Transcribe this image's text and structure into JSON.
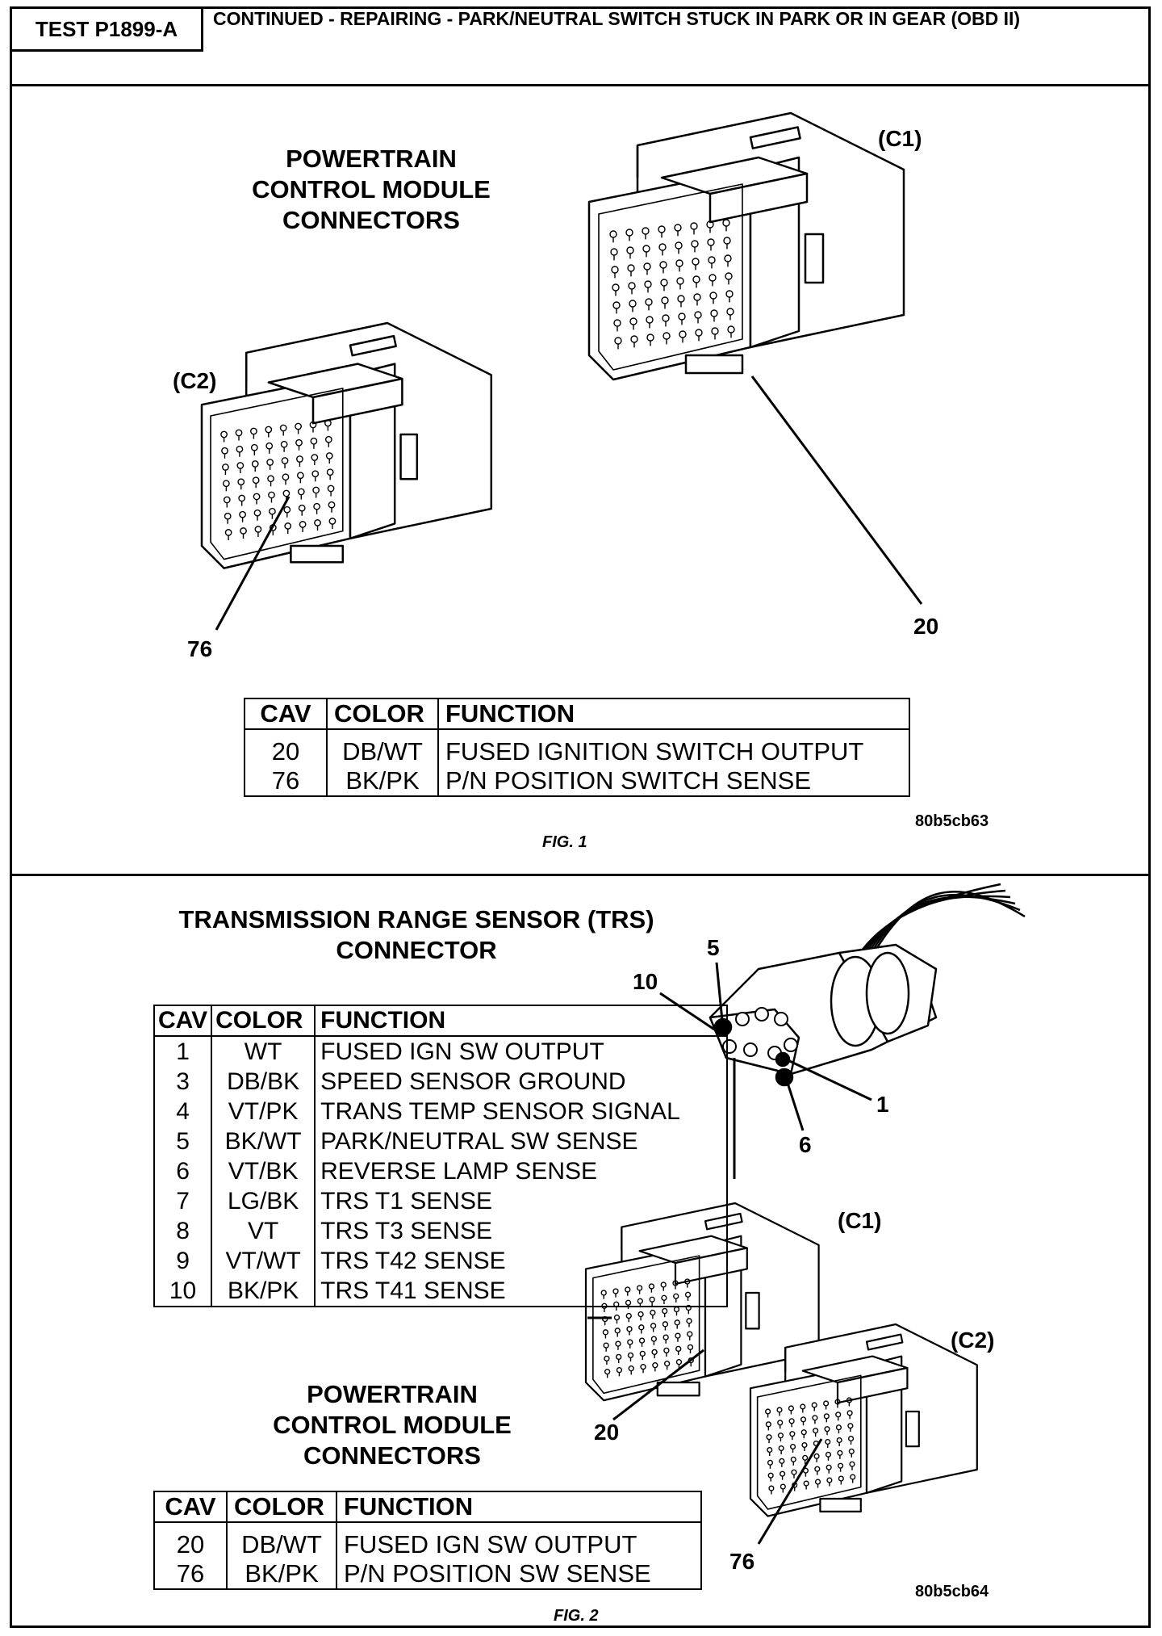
{
  "header": {
    "test_id": "TEST P1899-A",
    "title": "CONTINUED - REPAIRING - PARK/NEUTRAL SWITCH STUCK IN PARK OR IN GEAR (OBD II)"
  },
  "fig1": {
    "title_lines": [
      "POWERTRAIN",
      "CONTROL MODULE",
      "CONNECTORS"
    ],
    "c1_label": "(C1)",
    "c2_label": "(C2)",
    "callout_20": "20",
    "callout_76": "76",
    "table": {
      "headers": [
        "CAV",
        "COLOR",
        "FUNCTION"
      ],
      "rows": [
        {
          "cav": "20",
          "color": "DB/WT",
          "function": "FUSED IGNITION SWITCH OUTPUT"
        },
        {
          "cav": "76",
          "color": "BK/PK",
          "function": "P/N POSITION SWITCH SENSE"
        }
      ]
    },
    "code": "80b5cb63",
    "caption": "FIG. 1"
  },
  "fig2": {
    "trs_title_lines": [
      "TRANSMISSION RANGE SENSOR (TRS)",
      "CONNECTOR"
    ],
    "trs_callouts": {
      "p5": "5",
      "p10": "10",
      "p1": "1",
      "p6": "6"
    },
    "trs_table": {
      "headers": [
        "CAV",
        "COLOR",
        "FUNCTION"
      ],
      "rows": [
        {
          "cav": "1",
          "color": "WT",
          "function": "FUSED IGN SW OUTPUT"
        },
        {
          "cav": "3",
          "color": "DB/BK",
          "function": "SPEED SENSOR GROUND"
        },
        {
          "cav": "4",
          "color": "VT/PK",
          "function": "TRANS TEMP SENSOR SIGNAL"
        },
        {
          "cav": "5",
          "color": "BK/WT",
          "function": "PARK/NEUTRAL SW SENSE"
        },
        {
          "cav": "6",
          "color": "VT/BK",
          "function": "REVERSE LAMP SENSE"
        },
        {
          "cav": "7",
          "color": "LG/BK",
          "function": "TRS T1 SENSE"
        },
        {
          "cav": "8",
          "color": "VT",
          "function": "TRS T3 SENSE"
        },
        {
          "cav": "9",
          "color": "VT/WT",
          "function": "TRS T42 SENSE"
        },
        {
          "cav": "10",
          "color": "BK/PK",
          "function": "TRS T41 SENSE"
        }
      ]
    },
    "pcm_title_lines": [
      "POWERTRAIN",
      "CONTROL MODULE",
      "CONNECTORS"
    ],
    "c1_label": "(C1)",
    "c2_label": "(C2)",
    "callout_20": "20",
    "callout_76": "76",
    "pcm_table": {
      "headers": [
        "CAV",
        "COLOR",
        "FUNCTION"
      ],
      "rows": [
        {
          "cav": "20",
          "color": "DB/WT",
          "function": "FUSED IGN SW OUTPUT"
        },
        {
          "cav": "76",
          "color": "BK/PK",
          "function": "P/N POSITION SW SENSE"
        }
      ]
    },
    "code": "80b5cb64",
    "caption": "FIG. 2"
  }
}
